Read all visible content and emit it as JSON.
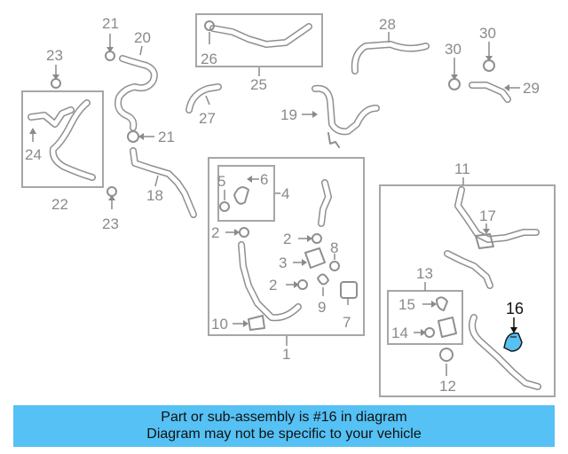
{
  "callouts": {
    "c1": "1",
    "c2a": "2",
    "c2b": "2",
    "c2c": "2",
    "c3": "3",
    "c4": "4",
    "c5": "5",
    "c6": "6",
    "c7": "7",
    "c8": "8",
    "c9": "9",
    "c10": "10",
    "c11": "11",
    "c12": "12",
    "c13": "13",
    "c14": "14",
    "c15": "15",
    "c16": "16",
    "c17": "17",
    "c18": "18",
    "c19": "19",
    "c20": "20",
    "c21a": "21",
    "c21b": "21",
    "c22": "22",
    "c23a": "23",
    "c23b": "23",
    "c24": "24",
    "c25": "25",
    "c26": "26",
    "c27": "27",
    "c28": "28",
    "c29": "29",
    "c30": "30"
  },
  "highlight": {
    "part_number": "16",
    "color": "#55c1f4"
  },
  "banner": {
    "line1": "Part or sub-assembly is #16 in diagram",
    "line2": "Diagram may not be specific to your vehicle",
    "color": "#55c1f4"
  }
}
